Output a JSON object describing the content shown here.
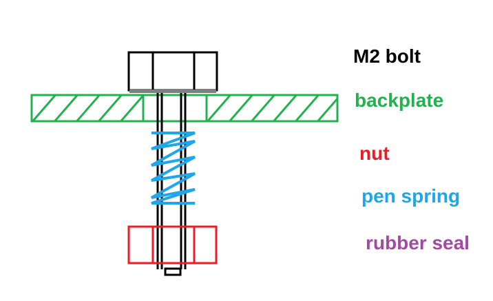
{
  "colors": {
    "bolt": "#000000",
    "backplate": "#22b14c",
    "nut": "#ed1c24",
    "spring": "#1ea6e8",
    "rubber_seal": "#a349a4",
    "bolt_head_underside": "#7f7f7f"
  },
  "labels": {
    "bolt": "M2 bolt",
    "backplate": "backplate",
    "nut": "nut",
    "spring": "pen spring",
    "rubber_seal": "rubber seal"
  }
}
